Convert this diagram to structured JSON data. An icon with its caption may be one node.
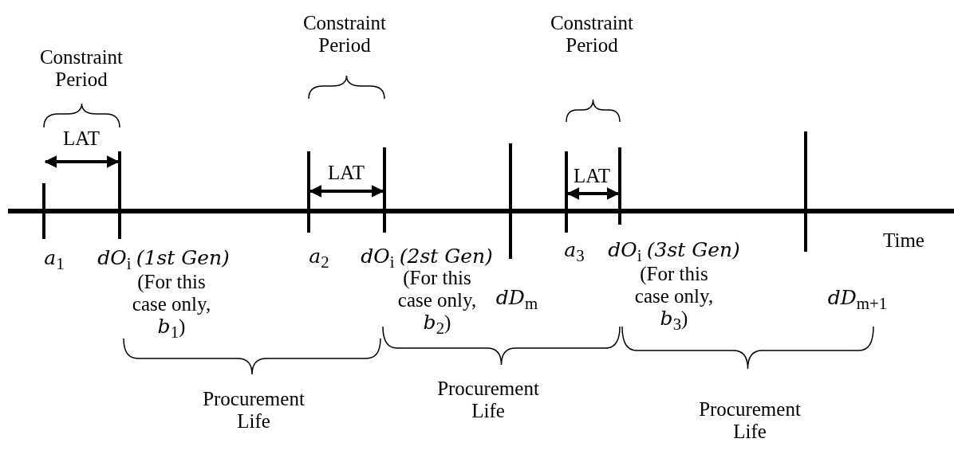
{
  "diagram": {
    "labels": [
      "Constraint Period",
      "Constraint Period",
      "Constraint Period",
      "LAT",
      "LAT",
      "LAT",
      "*a*$_{1}$",
      "*dO*$_{i}$ *(1st Gen)*",
      "(For this case only, *b*$_{1}$)",
      "*a*$_{2}$",
      "*dO*$_{i}$ *(2st Gen)*",
      "(For this case only, *b*$_{2}$)",
      "*dD*$_{m}$",
      "*a*$_{3}$",
      "*dO*$_{i}$ *(3st Gen)*",
      "(For this case only, *b*$_{3}$)",
      "Time",
      "*dD*$_{m+1}$",
      "Procurement Life",
      "Procurement Life",
      "Procurement Life"
    ]
  }
}
